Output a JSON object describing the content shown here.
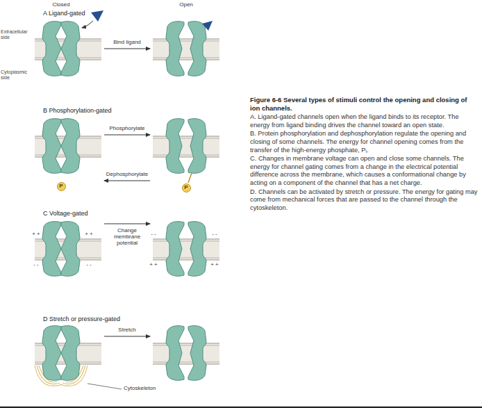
{
  "diagram": {
    "caption": "Figure 6-6 Several types of stimuli control the opening and closing of ion channels.",
    "nodes": [
      {
        "text": [
          "P"
        ]
      },
      {
        "text": [
          "P"
        ]
      }
    ],
    "labels": [
      "Closed",
      "Open",
      "A Ligand-gated",
      "Extracellular side",
      "Bind ligand",
      "Cytoplasmic side",
      "B Phosphorylation-gated",
      "Phosphorylate",
      "Dephosphorylate",
      "C Voltage-gated",
      "Change membrane potential",
      "+ +",
      "+ +",
      "- -",
      "- -",
      "- -",
      "- -",
      "+ +",
      "+ +",
      "D Stretch or pressure-gated",
      "Stretch",
      "Cytoskeleton",
      "A. Ligand-gated channels open when the ligand binds to its receptor. The energy from ligand binding drives the channel toward an open state.",
      "B. Protein phosphorylation and dephosphorylation regulate the opening and closing of some channels. The energy for channel opening comes from the transfer of the high-energy phosphate, Pᵢ.",
      "C. Changes in membrane voltage can open and close some channels. The energy for channel gating comes from a change in the electrical potential difference across the membrane, which causes a conformational change by acting on a component of the channel that has a net charge.",
      "D. Channels can be activated by stretch or pressure. The energy for gating may come from mechanical forces that are passed to the channel through the cytoskeleton."
    ]
  }
}
